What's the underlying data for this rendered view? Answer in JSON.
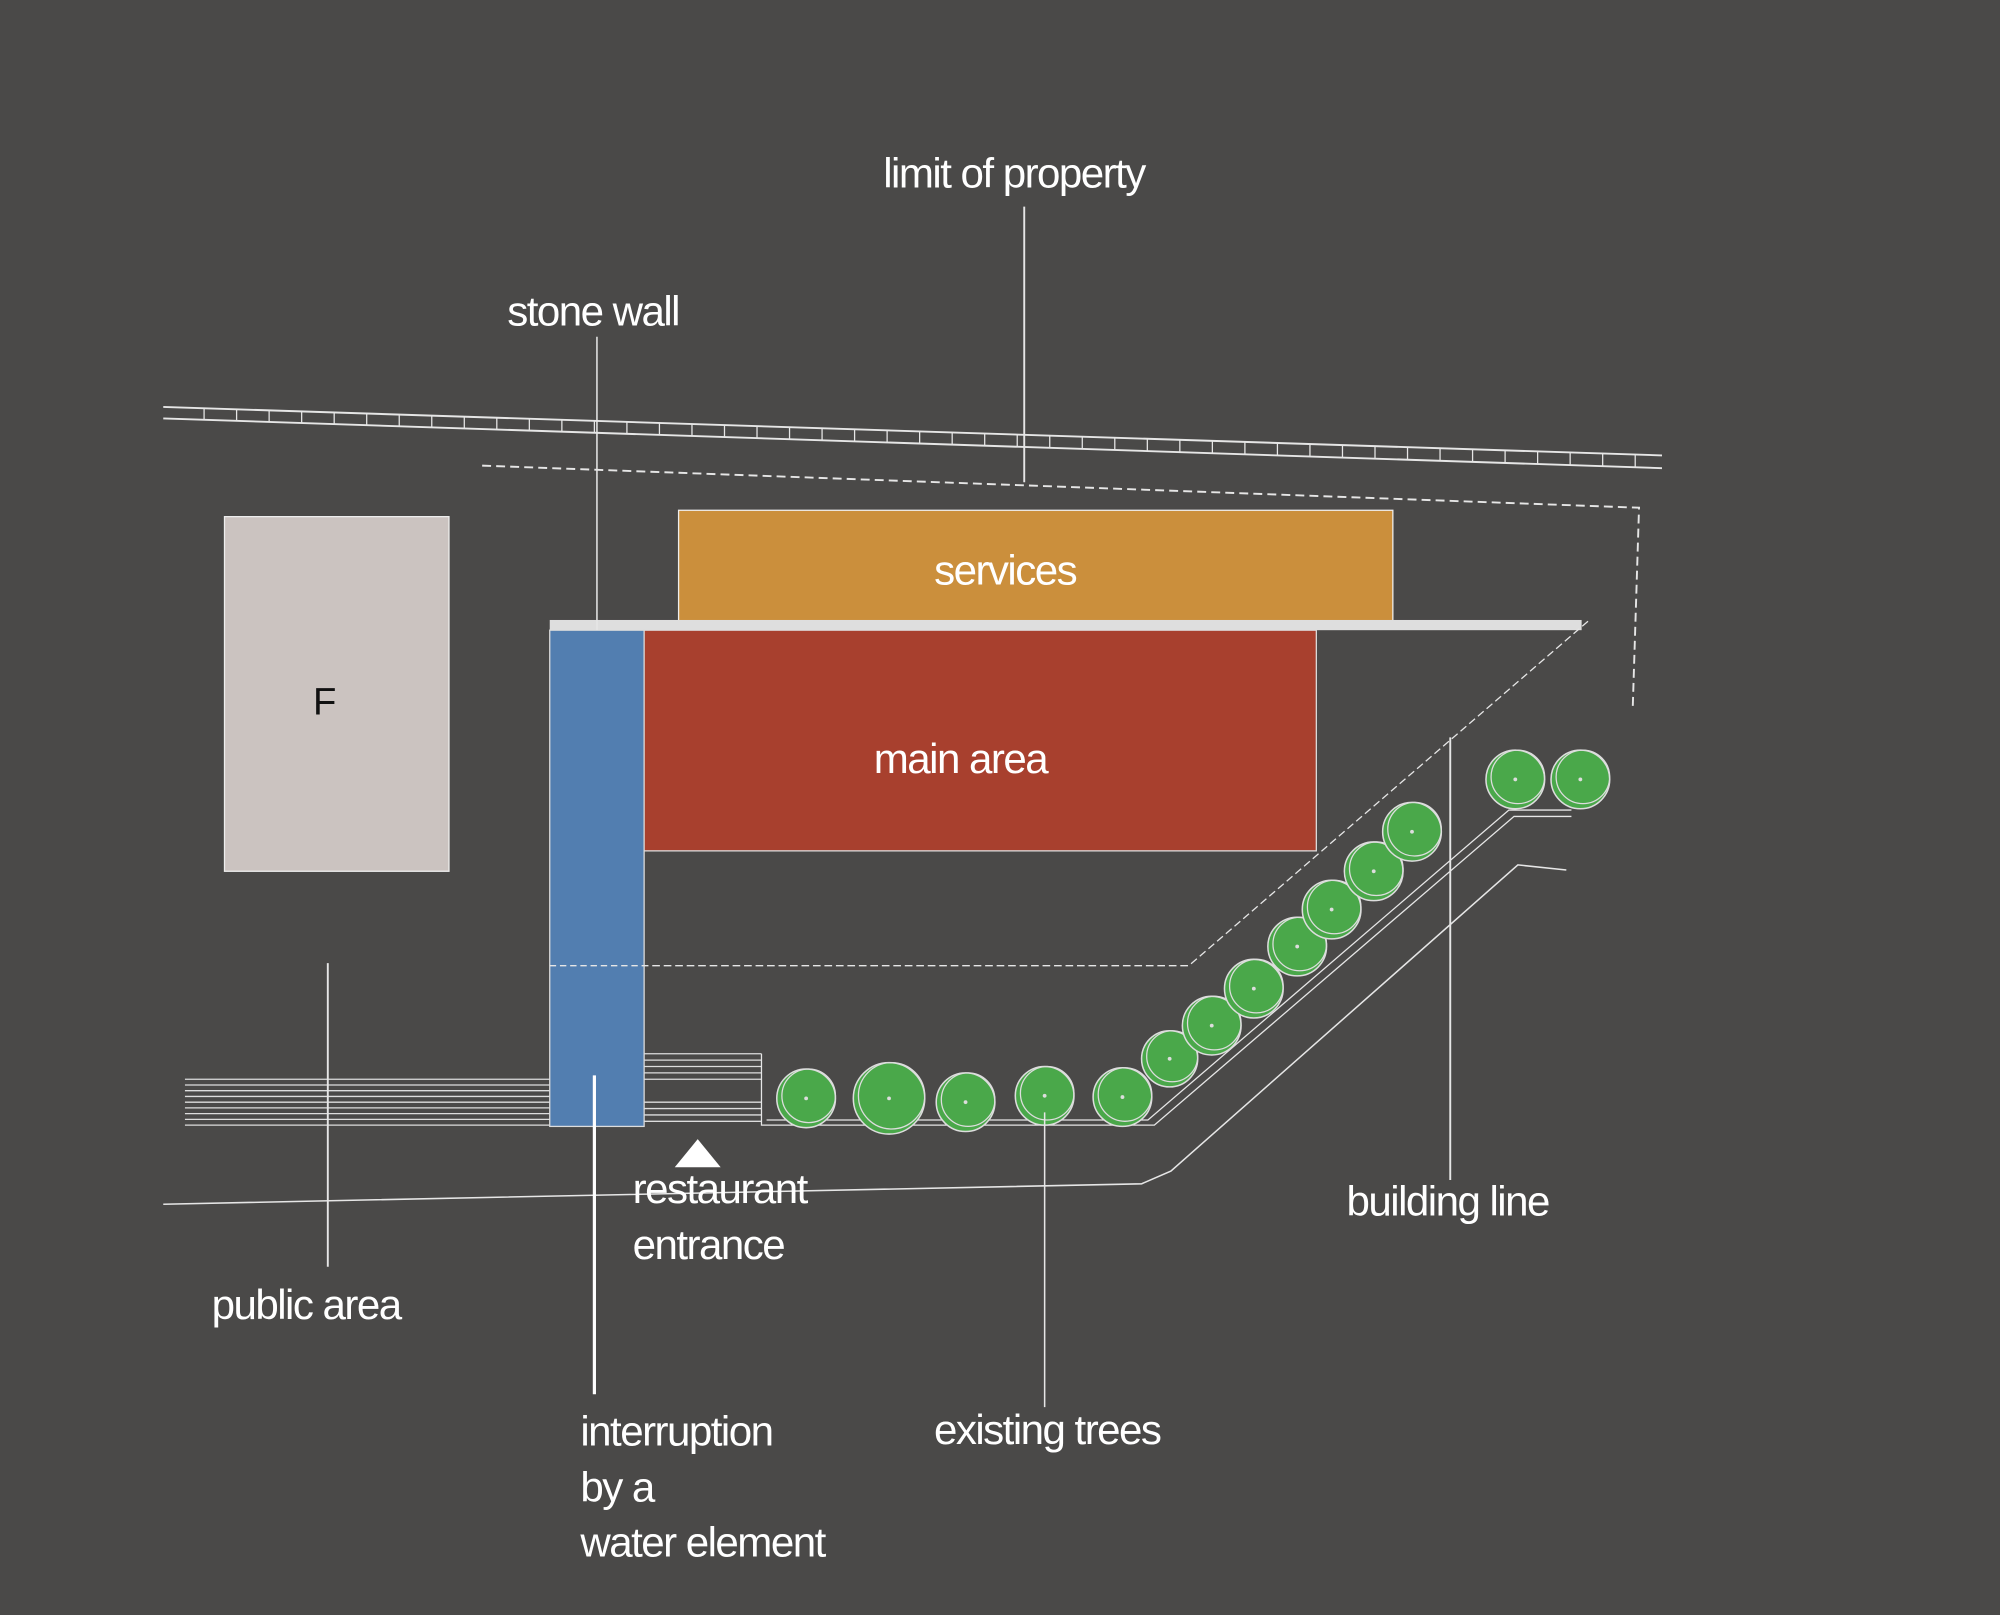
{
  "labels": {
    "limit_of_property": "limit of property",
    "stone_wall": "stone wall",
    "services": "services",
    "main_area": "main area",
    "f_building": "F",
    "building_line": "building line",
    "public_area": "public area",
    "restaurant_entrance": [
      "restaurant",
      "entrance"
    ],
    "water_element": [
      "interruption",
      "by a",
      "water element"
    ],
    "existing_trees": "existing trees"
  },
  "colors": {
    "background": "#4a4948",
    "services": "#cb8f3c",
    "main_area": "#a8402e",
    "water": "#527eb0",
    "f_building": "#cbc3c0",
    "tree": "#4aa84a"
  },
  "tree_count": 14
}
